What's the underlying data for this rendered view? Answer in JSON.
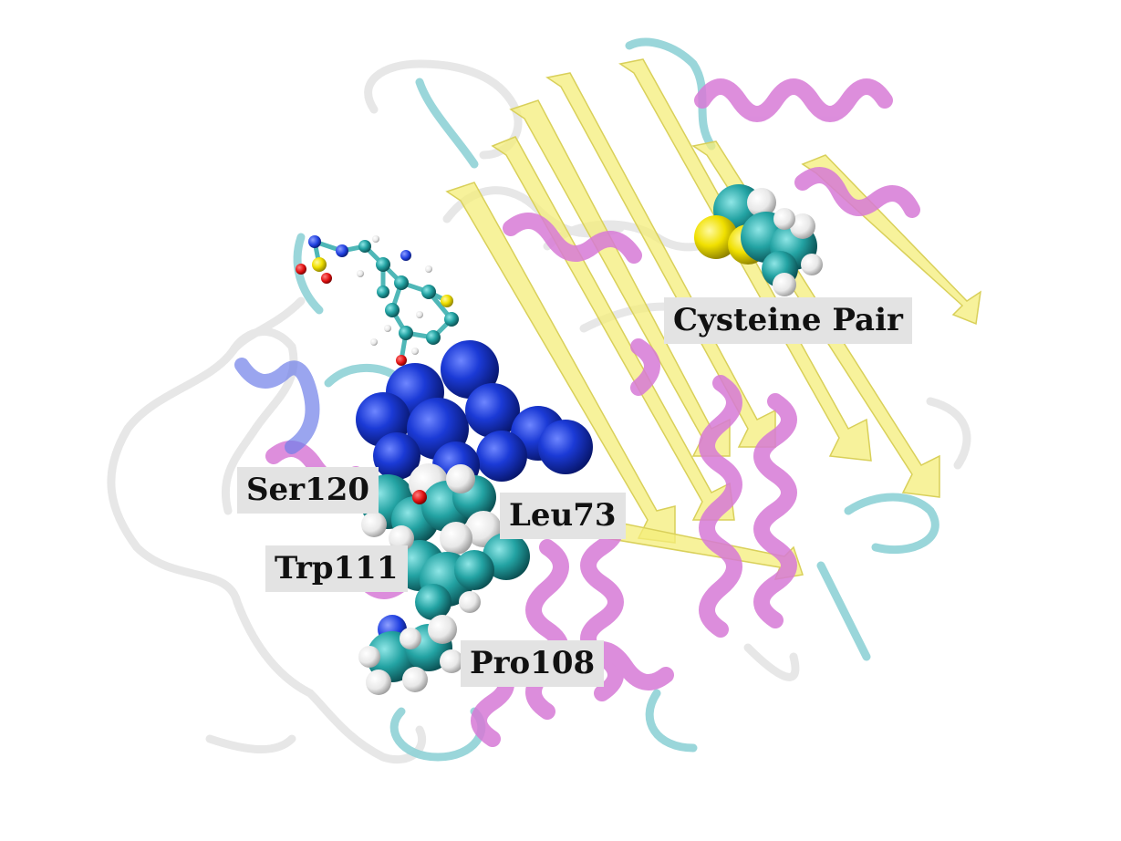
{
  "colors": {
    "background": "#ffffff",
    "helix": "#d77ad6",
    "sheet": "#f4ee7a",
    "loop_cyan": "#7fc9cf",
    "loop_white": "#ececec",
    "blue_residues": "#1432c8",
    "carbon": "#2aa8a8",
    "hydrogen": "#ffffff",
    "sulfur": "#f2e600",
    "oxygen": "#e01010",
    "nitrogen": "#2040e0",
    "label_bg": "#e3e3e3"
  },
  "labels": {
    "cysteine_pair": "Cysteine Pair",
    "ser120": "Ser120",
    "leu73": "Leu73",
    "trp111": "Trp111",
    "pro108": "Pro108"
  }
}
